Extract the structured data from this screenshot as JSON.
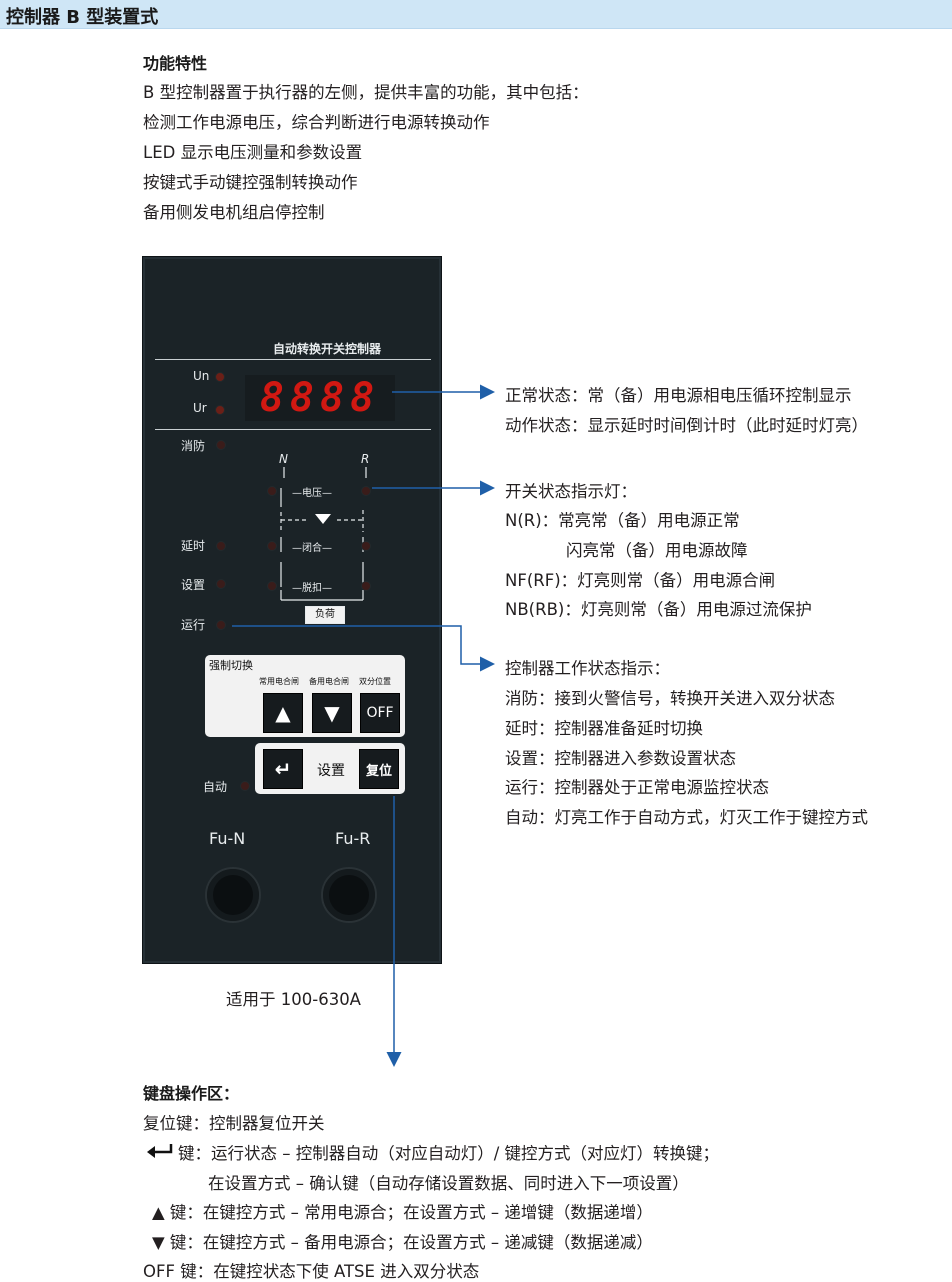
{
  "header": {
    "title": "控制器 B 型装置式"
  },
  "features": {
    "title": "功能特性",
    "lines": [
      "B 型控制器置于执行器的左侧，提供丰富的功能，其中包括：",
      "检测工作电源电压，综合判断进行电源转换动作",
      "LED 显示电压测量和参数设置",
      "按键式手动键控强制转换动作",
      "备用侧发电机组启停控制"
    ]
  },
  "panel": {
    "title": "自动转换开关控制器",
    "un": "Un",
    "ur": "Ur",
    "display": "8888",
    "fire": "消防",
    "n": "N",
    "r": "R",
    "voltage": "—电压—",
    "close": "—闭合—",
    "trip": "—脱扣—",
    "load": "负荷",
    "delay": "延时",
    "setting": "设置",
    "running": "运行",
    "forced_title": "强制切换",
    "normal_close": "常用电合闸",
    "backup_close": "备用电合闸",
    "double_open": "双分位置",
    "off_key": "OFF",
    "auto": "自动",
    "setting_key": "设置",
    "reset_key": "复位",
    "fu_n": "Fu-N",
    "fu_r": "Fu-R"
  },
  "callouts": {
    "display": [
      "正常状态：常（备）用电源相电压循环控制显示",
      "动作状态：显示延时时间倒计时（此时延时灯亮）"
    ],
    "switch": [
      "开关状态指示灯：",
      "N(R)：常亮常（备）用电源正常",
      "闪亮常（备）用电源故障",
      "NF(RF)：灯亮则常（备）用电源合闸",
      "NB(RB)：灯亮则常（备）用电源过流保护"
    ],
    "status": [
      "控制器工作状态指示：",
      "消防：接到火警信号，转换开关进入双分状态",
      "延时：控制器准备延时切换",
      "设置：控制器进入参数设置状态",
      "运行：控制器处于正常电源监控状态",
      "自动：灯亮工作于自动方式，灯灭工作于键控方式"
    ]
  },
  "applies": "适用于 100-630A",
  "keyboard": {
    "title": "键盘操作区：",
    "reset_line": "复位键：控制器复位开关",
    "enter_line1": "键：运行状态 – 控制器自动（对应自动灯）/ 键控方式（对应灯）转换键；",
    "enter_line2": "在设置方式 – 确认键（自动存储设置数据、同时进入下一项设置）",
    "up_line": "▲ 键：在键控方式 – 常用电源合；在设置方式 – 递增键（数据递增）",
    "down_line": "▼ 键：在键控方式 – 备用电源合；在设置方式 – 递减键（数据递减）",
    "off_line": "OFF 键：在键控状态下使 ATSE 进入双分状态"
  },
  "colors": {
    "header_bg": "#cfe6f6",
    "arrow": "#1f5fa8",
    "panel": "#1b2327",
    "led_digit": "#d11812"
  }
}
